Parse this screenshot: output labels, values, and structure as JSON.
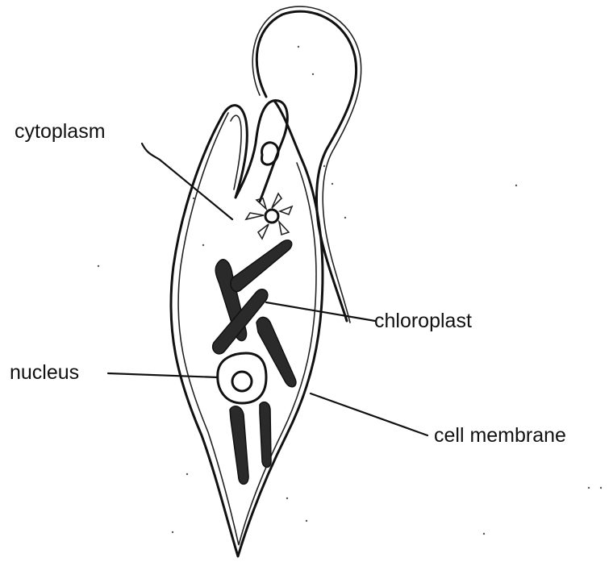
{
  "labels": {
    "cytoplasm": "cytoplasm",
    "chloroplast": "chloroplast",
    "nucleus": "nucleus",
    "cell_membrane": "cell membrane"
  },
  "colors": {
    "ink": "#111111",
    "chloroplast_fill": "#2a2a2a",
    "background": "#ffffff"
  }
}
